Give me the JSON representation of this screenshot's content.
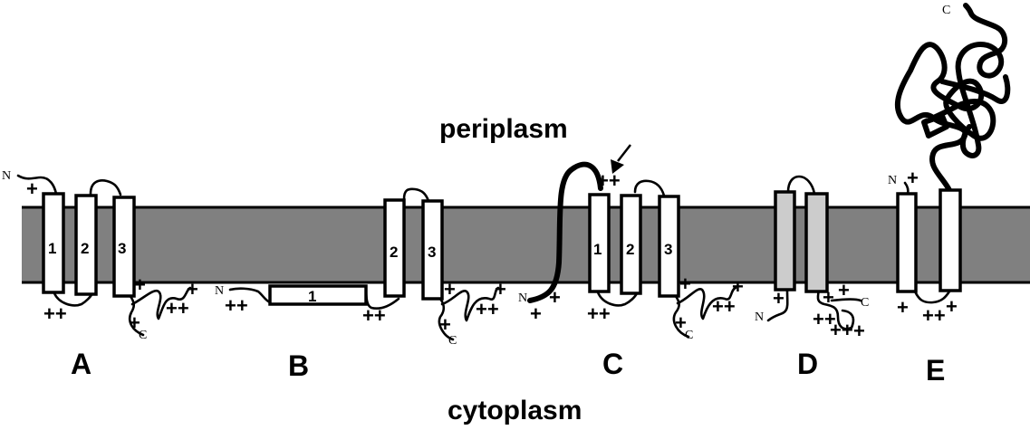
{
  "figure": {
    "regions": {
      "top": "periplasm",
      "bottom": "cytoplasm"
    },
    "colors": {
      "membrane": "#808080",
      "helix_default": "#ffffff",
      "helix_alt": "#cccccc",
      "stroke": "#000000"
    },
    "panels": [
      {
        "label": "A",
        "helices": [
          "1",
          "2",
          "3"
        ],
        "termini": {
          "n": "N",
          "c": "C"
        },
        "charges": [
          "+",
          "++",
          "+",
          "+",
          "++",
          "+"
        ]
      },
      {
        "label": "B",
        "helices": [
          "1",
          "2",
          "3"
        ],
        "termini": {
          "n": "N",
          "c": "C"
        },
        "charges": [
          "++",
          "++",
          "+",
          "+",
          "++",
          "+"
        ]
      },
      {
        "label": "C",
        "helices": [
          "1",
          "2",
          "3"
        ],
        "termini": {
          "n": "N",
          "c": "C"
        },
        "charges": [
          "+",
          "+",
          "++",
          "++",
          "+",
          "+",
          "++",
          "+"
        ]
      },
      {
        "label": "D",
        "helices": [
          "",
          ""
        ],
        "termini": {
          "n": "N",
          "c": "C"
        },
        "charges": [
          "+",
          "+",
          "+",
          "++",
          "++",
          "+"
        ]
      },
      {
        "label": "E",
        "helices": [
          "",
          ""
        ],
        "termini": {
          "n": "N",
          "c": "C"
        },
        "charges": [
          "+",
          "+",
          "++",
          "+"
        ]
      }
    ]
  }
}
